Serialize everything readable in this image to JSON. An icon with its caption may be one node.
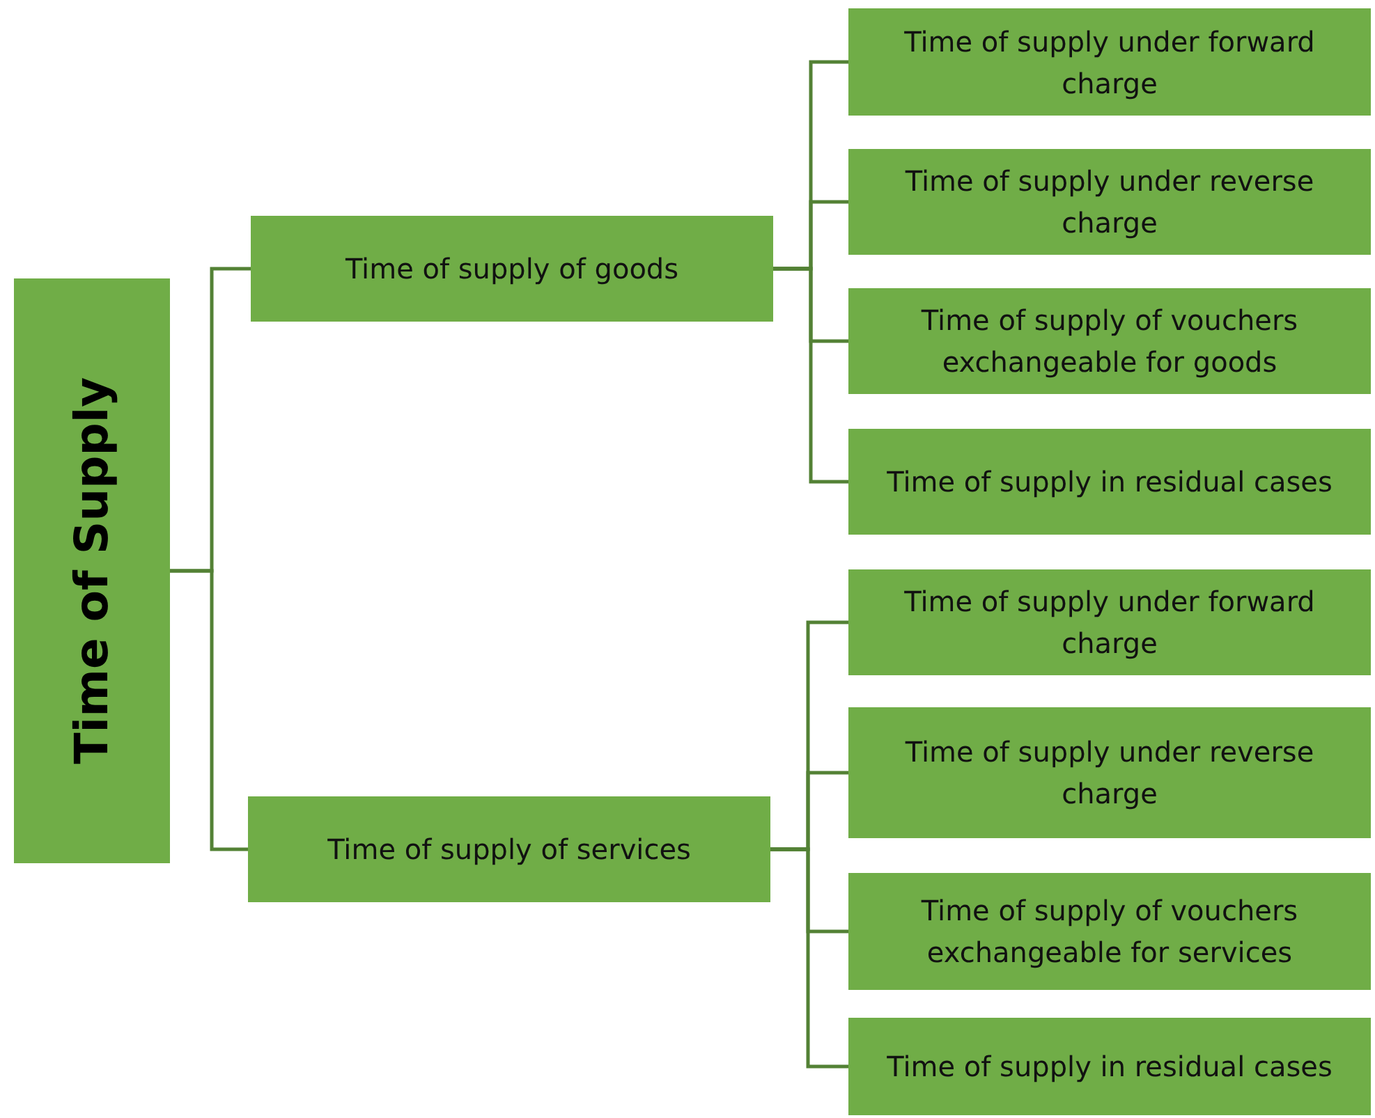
{
  "diagram": {
    "nodes": [
      {
        "text": [
          "Time of Supply"
        ]
      },
      {
        "text": [
          "Time of supply of goods"
        ]
      },
      {
        "text": [
          "Time of supply under forward charge"
        ]
      },
      {
        "text": [
          "Time of supply under reverse charge"
        ]
      },
      {
        "text": [
          "Time of supply of vouchers exchangeable for goods"
        ]
      },
      {
        "text": [
          "Time of supply in residual cases"
        ]
      },
      {
        "text": [
          "Time of supply of services"
        ]
      },
      {
        "text": [
          "Time of supply under forward charge"
        ]
      },
      {
        "text": [
          "Time of supply under reverse charge"
        ]
      },
      {
        "text": [
          "Time of supply of vouchers exchangeable for services"
        ]
      },
      {
        "text": [
          "Time of supply in residual cases"
        ]
      }
    ],
    "edges": [
      {
        "from": 0,
        "to": 1,
        "arrow": "none"
      },
      {
        "from": 0,
        "to": 6,
        "arrow": "none"
      },
      {
        "from": 1,
        "to": 2,
        "arrow": "none"
      },
      {
        "from": 1,
        "to": 3,
        "arrow": "none"
      },
      {
        "from": 1,
        "to": 4,
        "arrow": "none"
      },
      {
        "from": 1,
        "to": 5,
        "arrow": "none"
      },
      {
        "from": 6,
        "to": 7,
        "arrow": "none"
      },
      {
        "from": 6,
        "to": 8,
        "arrow": "none"
      },
      {
        "from": 6,
        "to": 9,
        "arrow": "none"
      },
      {
        "from": 6,
        "to": 10,
        "arrow": "none"
      }
    ]
  }
}
